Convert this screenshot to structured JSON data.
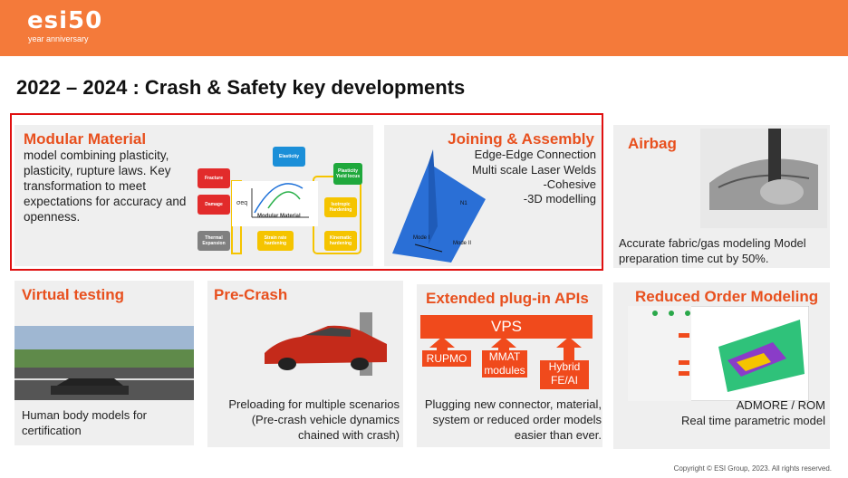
{
  "logo": {
    "main": "esi50",
    "sub": "year anniversary"
  },
  "title": "2022 – 2024 : Crash & Safety key developments",
  "modular": {
    "title": "Modular Material",
    "body": "model combining plasticity, plasticity, rupture laws. Key transformation to meet expectations for accuracy and openness.",
    "diagram": {
      "elasticity": "Elasticity",
      "fracture": "Fracture",
      "damage": "Damage",
      "thermal": "Thermal Expansion",
      "plasticity": "Plasticity Yield locus",
      "isotropic": "Isotropic Hardening",
      "kinematic": "Kinematic hardening",
      "strain_rate": "Strain rate hardening",
      "center": "Modular Material"
    }
  },
  "joining": {
    "title": "Joining & Assembly",
    "lines": [
      "Edge-Edge Connection",
      "Multi scale Laser Welds",
      "-Cohesive",
      "-3D modelling"
    ],
    "labels": {
      "n1": "N1",
      "mode1": "Mode I",
      "mode2": "Mode II"
    }
  },
  "airbag": {
    "title": "Airbag",
    "caption": "Accurate fabric/gas modeling Model preparation time cut by 50%."
  },
  "virtual": {
    "title": "Virtual testing",
    "caption": "Human body models for certification"
  },
  "precrash": {
    "title": "Pre-Crash",
    "caption": "Preloading for multiple scenarios (Pre-crash vehicle dynamics chained with crash)"
  },
  "plugin": {
    "title": "Extended plug-in APIs",
    "vps": "VPS",
    "modules": [
      "RUPMO",
      "MMAT modules",
      "Hybrid FE/AI"
    ],
    "caption": "Plugging new connector, material, system or reduced order models easier than ever."
  },
  "rom": {
    "title": "Reduced Order Modeling",
    "caption1": "ADMORE / ROM",
    "caption2": "Real time parametric model"
  },
  "copyright": "Copyright © ESI Group, 2023. All rights reserved."
}
